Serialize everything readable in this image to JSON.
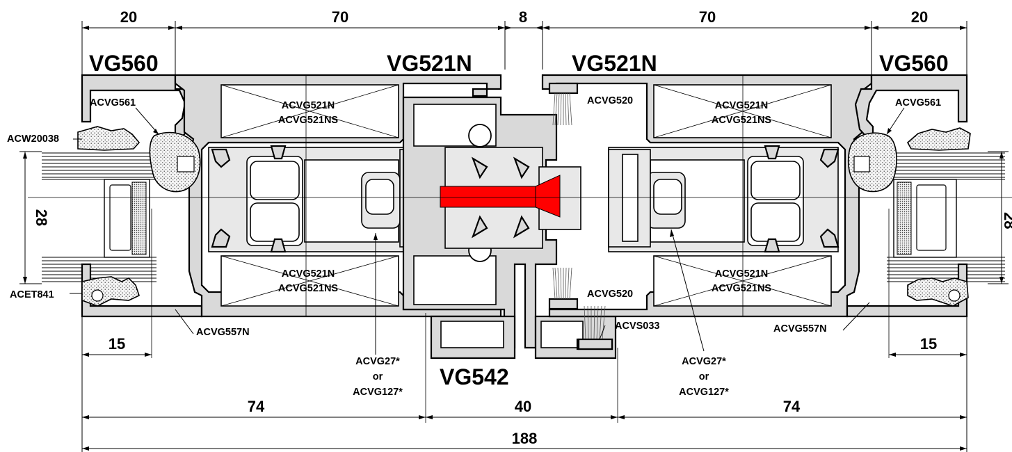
{
  "dimensions": {
    "top": [
      "20",
      "70",
      "8",
      "70",
      "20"
    ],
    "bottom": [
      "74",
      "40",
      "74"
    ],
    "overall": "188",
    "glass_left": "28",
    "glass_right": "28",
    "edge_left": "15",
    "edge_right": "15"
  },
  "profiles": {
    "left_bead": "VG560",
    "left_sash": "VG521N",
    "right_sash": "VG521N",
    "right_bead": "VG560",
    "center_mullion": "VG542"
  },
  "labels": {
    "acvg561_left": "ACVG561",
    "acvg561_right": "ACVG561",
    "acw20038": "ACW20038",
    "acet841": "ACET841",
    "acvg521n_tl": "ACVG521N",
    "acvg521ns_tl": "ACVG521NS",
    "acvg521n_bl": "ACVG521N",
    "acvg521ns_bl": "ACVG521NS",
    "acvg521n_tr": "ACVG521N",
    "acvg521ns_tr": "ACVG521NS",
    "acvg521n_br": "ACVG521N",
    "acvg521ns_br": "ACVG521NS",
    "acvg520_top": "ACVG520",
    "acvg520_bottom": "ACVG520",
    "acvs033": "ACVS033",
    "acvg557n_left": "ACVG557N",
    "acvg557n_right": "ACVG557N",
    "corner_left_1": "ACVG27*",
    "corner_left_2": "or",
    "corner_left_3": "ACVG127*",
    "corner_right_1": "ACVG27*",
    "corner_right_2": "or",
    "corner_right_3": "ACVG127*"
  },
  "colors": {
    "screw": "#ff0000",
    "profile_fill": "#d9d9d9"
  }
}
